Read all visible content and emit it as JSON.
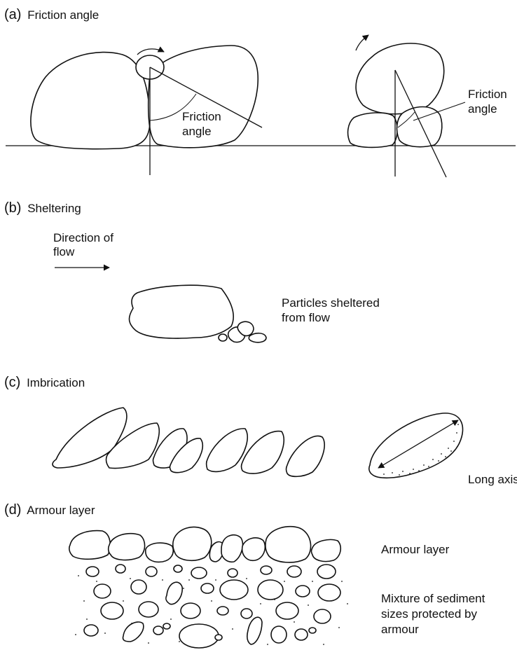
{
  "panels": {
    "a": {
      "letter": "(a)",
      "title": "Friction angle",
      "label_left": [
        "Friction",
        "angle"
      ],
      "label_right": [
        "Friction",
        "angle"
      ]
    },
    "b": {
      "letter": "(b)",
      "title": "Sheltering",
      "flow_label": [
        "Direction of",
        "flow"
      ],
      "sheltered_label": [
        "Particles sheltered",
        "from flow"
      ]
    },
    "c": {
      "letter": "(c)",
      "title": "Imbrication",
      "axis_label": "Long axis"
    },
    "d": {
      "letter": "(d)",
      "title": "Armour layer",
      "armour_label": "Armour layer",
      "mixture_label": [
        "Mixture of sediment",
        "sizes protected by",
        "armour"
      ]
    }
  },
  "colors": {
    "ink": "#111111",
    "background": "#ffffff"
  }
}
